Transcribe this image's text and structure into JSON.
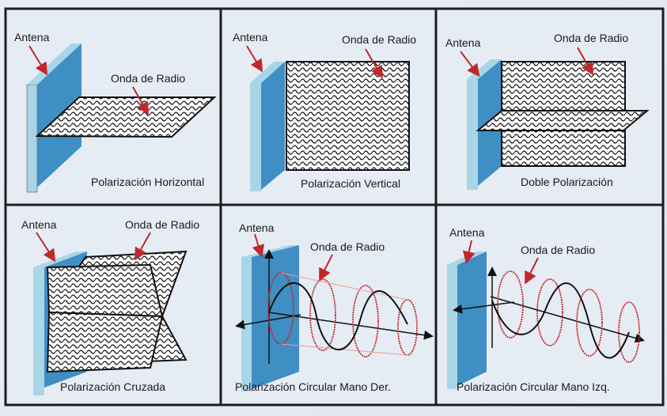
{
  "labels": {
    "antenna": "Antena",
    "wave": "Onda de Radio"
  },
  "panels": [
    {
      "title": "Polarización Horizontal"
    },
    {
      "title": "Polarización Vertical"
    },
    {
      "title": "Doble Polarización"
    },
    {
      "title": "Polarización Cruzada"
    },
    {
      "title": "Polarización Circular Mano Der."
    },
    {
      "title": "Polarización Circular Mano Izq."
    }
  ],
  "colors": {
    "antenna_face": "#3f8fc4",
    "antenna_edge": "#a9d6e6",
    "arrow": "#c0282b",
    "border": "#1e1e1e",
    "panel_bg": "#e6ecf4"
  }
}
